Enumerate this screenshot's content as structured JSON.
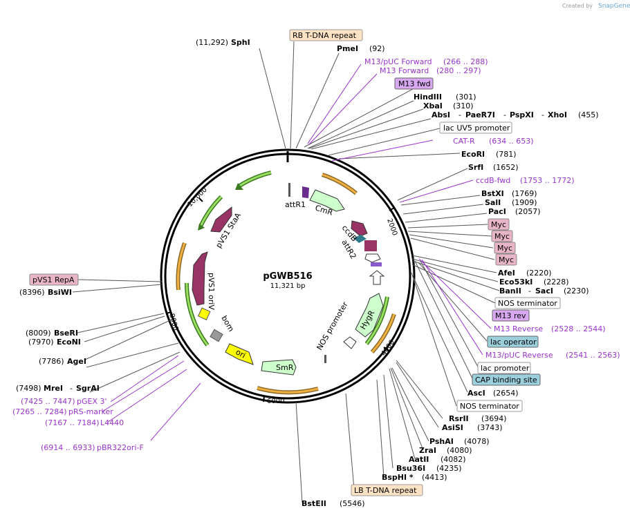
{
  "credit": {
    "text": "Created by",
    "logo": "SnapGene"
  },
  "plasmid": {
    "name": "pGWB516",
    "size": "11,321 bp"
  },
  "ticks": [
    "2000",
    "4000",
    "6000",
    "8000",
    "10,000"
  ],
  "colors": {
    "backbone": "#000000",
    "primer": "#9933cc",
    "promoter_arrow": "#ffffff",
    "ori": "#ffff00",
    "cds_purple": "#993366",
    "marker_green": "#ccffcc",
    "orange_arc": "#e69900",
    "green_arc": "#66cc33"
  },
  "labels": {
    "sphI_pos": "(11,292)",
    "sphI": "SphI",
    "rb_tdna": "RB T-DNA repeat",
    "pmeI": "PmeI",
    "pmeI_pos": "(92)",
    "m13puc_fwd": "M13/pUC Forward",
    "m13puc_fwd_pos": "(266 .. 288)",
    "m13_fwd": "M13 Forward",
    "m13_fwd_pos": "(280 .. 297)",
    "m13_fwd_box": "M13 fwd",
    "hindIII": "HindIII",
    "hindIII_pos": "(301)",
    "xbaI": "XbaI",
    "xbaI_pos": "(310)",
    "absI": "AbsI",
    "paeR7I": "PaeR7I",
    "pspXI": "PspXI",
    "xhoI": "XhoI",
    "xhoI_pos": "(455)",
    "dash": "-",
    "lacUV5": "lac UV5 promoter",
    "catR": "CAT-R",
    "catR_pos": "(634 .. 653)",
    "ecoRI": "EcoRI",
    "ecoRI_pos": "(781)",
    "srfI": "SrfI",
    "srfI_pos": "(1652)",
    "ccdb_fwd": "ccdB-fwd",
    "ccdb_fwd_pos": "(1753 .. 1772)",
    "bstXI": "BstXI",
    "bstXI_pos": "(1769)",
    "salI": "SalI",
    "salI_pos": "(1909)",
    "pacI": "PacI",
    "pacI_pos": "(2057)",
    "myc": "Myc",
    "afeI": "AfeI",
    "afeI_pos": "(2220)",
    "eco53kI": "Eco53kI",
    "eco53kI_pos": "(2228)",
    "banII": "BanII",
    "sacI": "SacI",
    "sacI_pos": "(2230)",
    "nos_term": "NOS terminator",
    "m13_rev_box": "M13 rev",
    "m13_reverse": "M13 Reverse",
    "m13_reverse_pos": "(2528 .. 2544)",
    "lac_operator": "lac operator",
    "m13puc_rev": "M13/pUC Reverse",
    "m13puc_rev_pos": "(2541 .. 2563)",
    "lac_promoter": "lac promoter",
    "cap_site": "CAP binding site",
    "ascI": "AscI",
    "ascI_pos": "(2654)",
    "rsrII": "RsrII",
    "rsrII_pos": "(3694)",
    "asiSI": "AsiSI",
    "asiSI_pos": "(3743)",
    "pshAI": "PshAI",
    "pshAI_pos": "(4078)",
    "zraI": "ZraI",
    "zraI_pos": "(4080)",
    "aatII": "AatII",
    "aatII_pos": "(4082)",
    "bsu36I": "Bsu36I",
    "bsu36I_pos": "(4235)",
    "bspHI": "BspHI *",
    "bspHI_pos": "(4413)",
    "lb_tdna": "LB T-DNA repeat",
    "bstEII": "BstEII",
    "bstEII_pos": "(5546)",
    "pbr322": "pBR322ori-F",
    "pbr322_pos": "(6914 .. 6933)",
    "l4440": "L4440",
    "l4440_pos": "(7167 .. 7184)",
    "prs": "pRS-marker",
    "prs_pos": "(7265 .. 7284)",
    "pgex": "pGEX 3'",
    "pgex_pos": "(7425 .. 7447)",
    "mreI_pos": "(7498)",
    "mreI": "MreI",
    "sgrAI": "SgrAI",
    "ageI_pos": "(7786)",
    "ageI": "AgeI",
    "ecoNI_pos": "(7970)",
    "ecoNI": "EcoNI",
    "bseRI_pos": "(8009)",
    "bseRI": "BseRI",
    "bsiWI_pos": "(8396)",
    "bsiWI": "BsiWI",
    "pvs1_repa": "pVS1 RepA"
  },
  "features": {
    "attR1": "attR1",
    "cmR": "CmR",
    "ccdB": "ccdB",
    "attR2": "attR2",
    "hygR": "HygR",
    "nos_promoter": "NOS promoter",
    "smR": "SmR",
    "ori": "ori",
    "bom": "bom",
    "pvs1_oriV": "pVS1 oriV",
    "pvs1_staA": "pVS1 StaA"
  }
}
